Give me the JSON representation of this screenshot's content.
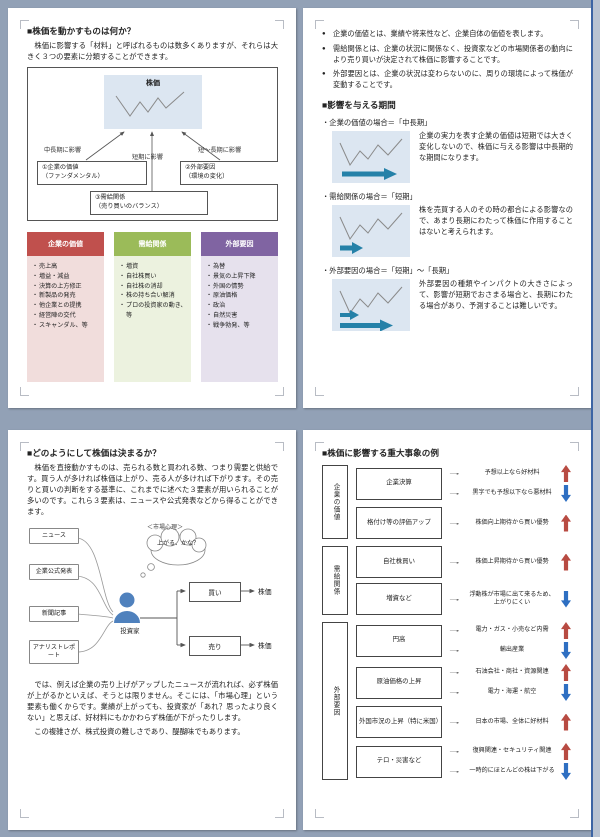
{
  "app": {
    "kind": "document-print-layout-view"
  },
  "colors": {
    "window_background": "#92a1b6",
    "value_red": "#c0504d",
    "supply_green": "#9bbb59",
    "external_purple": "#8064a2",
    "chart_box_blue": "#dce6f1",
    "trend_arrow_teal": "#2581a8",
    "up_arrow_red": "#b84b42",
    "down_arrow_blue": "#2e6fc2"
  },
  "icons": {
    "bullet": "●",
    "list_marker": "・",
    "flow_arrow": "→"
  },
  "pages": {
    "p1": {
      "title": "■株価を動かすものは何か？",
      "intro": "　株価に影響する「材料」と呼ばれるものは数多くありますが、それらは大きく３つの要素に分類することができます。",
      "diagram": {
        "kabuka": "株価",
        "arrow_left_label": "中長期に影響",
        "arrow_mid_label": "短期に影響",
        "arrow_right_label": "短～長期に影響",
        "box_value_l1": "①企業の価値",
        "box_value_l2": "（ファンダメンタル）",
        "box_external_l1": "②外部要因",
        "box_external_l2": "（環境の変化）",
        "box_supply_l1": "③需給関係",
        "box_supply_l2": "（売り買いのバランス）"
      },
      "columns": [
        {
          "header": "企業の価値",
          "items": [
            "売上高",
            "増益・減益",
            "決算の上方修正",
            "新製品の発売",
            "他企業との提携",
            "経営陣の交代",
            "スキャンダル、等"
          ]
        },
        {
          "header": "需給関係",
          "items": [
            "増資",
            "自社株買い",
            "自社株の消却",
            "株の持ち合い解消",
            "プロの投資家の動き、等"
          ]
        },
        {
          "header": "外部要因",
          "items": [
            "為替",
            "景気の上昇下降",
            "外国の情勢",
            "原油価格",
            "政治",
            "自然災害",
            "戦争勃発、等"
          ]
        }
      ]
    },
    "p2": {
      "bullets": [
        "企業の価値とは、業績や将来性など、企業自体の価値を表します。",
        "需給関係とは、企業の状況に関係なく、投資家などの市場関係者の動向により売り買いが決定されて株価に影響することです。",
        "外部要因とは、企業の状況は変わらないのに、周りの環境によって株価が変動することです。"
      ],
      "heading": "■影響を与える期間",
      "sections": [
        {
          "label": "・企業の価値の場合＝「中長期」",
          "text": "企業の実力を表す企業の価値は短期では大きく変化しないので、株価に与える影響は中長期的な期間になります。",
          "arrow_kind": "long"
        },
        {
          "label": "・需給関係の場合＝「短期」",
          "text": "株を売買する人のその時の都合による影響なので、あまり長期にわたって株価に作用することはないと考えられます。",
          "arrow_kind": "short"
        },
        {
          "label": "・外部要因の場合＝「短期」～「長期」",
          "text": "外部要因の種類やインパクトの大きさによって、影響が短期でおさまる場合と、長期にわたる場合があり、予測することは難しいです。",
          "arrow_kind": "short-and-long"
        }
      ]
    },
    "p3": {
      "title": "■どのようにして株価は決まるか？",
      "intro": "　株価を直接動かすものは、売られる数と買われる数、つまり需要と供給です。買う人が多ければ株価は上がり、売る人が多ければ下がります。その売りと買いの判断をする基準に、これまでに述べた３要素が用いられることが多いのです。これら３要素は、ニュースや公式発表などから得ることができます。",
      "diagram": {
        "sources": [
          "ニュース",
          "企業公式発表",
          "新聞記事",
          "アナリストレポート"
        ],
        "investor": "投資家",
        "bubble_caption": "＜市場心理＞",
        "bubble_text": "上がる、かな？",
        "buy": "買い",
        "sell": "売り",
        "kabuka_up": "株価",
        "kabuka_down": "株価"
      },
      "outro1": "　では、例えば企業の売り上げがアップしたニュースが流れれば、必ず株価が上がるかといえば、そうとは限りません。そこには、「市場心理」という要素も働くからです。業績が上がっても、投資家が「あれ？思ったより良くない」と思えば、好材料にもかかわらず株価が下がったりします。",
      "outro2": "　この複雑さが、株式投資の難しさであり、醍醐味でもあります。"
    },
    "p4": {
      "title": "■株価に影響する重大事象の例",
      "groups": [
        {
          "label": "企業の価値",
          "rows": [
            {
              "event": "企業決算",
              "results": [
                {
                  "dir": "up",
                  "text": "予想以上なら好材料"
                },
                {
                  "dir": "down",
                  "text": "黒字でも予想以下なら悪材料"
                }
              ]
            },
            {
              "event": "格付け等の評価アップ",
              "results": [
                {
                  "dir": "up",
                  "text": "株価向上期待から買い優勢"
                }
              ]
            }
          ]
        },
        {
          "label": "需給関係",
          "rows": [
            {
              "event": "自社株買い",
              "results": [
                {
                  "dir": "up",
                  "text": "株価上昇期待から買い優勢"
                }
              ]
            },
            {
              "event": "増資など",
              "results": [
                {
                  "dir": "down",
                  "text": "浮動株が市場に出て来るため、上がりにくい"
                }
              ]
            }
          ]
        },
        {
          "label": "外部要因",
          "rows": [
            {
              "event": "円高",
              "results": [
                {
                  "dir": "up",
                  "text": "電力・ガス・小売など内需"
                },
                {
                  "dir": "down",
                  "text": "輸出産業"
                }
              ]
            },
            {
              "event": "原油価格の上昇",
              "results": [
                {
                  "dir": "up",
                  "text": "石油会社・商社・資源関連"
                },
                {
                  "dir": "down",
                  "text": "電力・海運・航空"
                }
              ]
            },
            {
              "event": "外国市況の上昇（特に米国）",
              "results": [
                {
                  "dir": "up",
                  "text": "日本の市場、全体に好材料"
                }
              ]
            },
            {
              "event": "テロ・災害など",
              "results": [
                {
                  "dir": "up",
                  "text": "復興関連・セキュリティ関連"
                },
                {
                  "dir": "down",
                  "text": "一時的にほとんどの株は下がる"
                }
              ]
            }
          ]
        }
      ]
    }
  }
}
